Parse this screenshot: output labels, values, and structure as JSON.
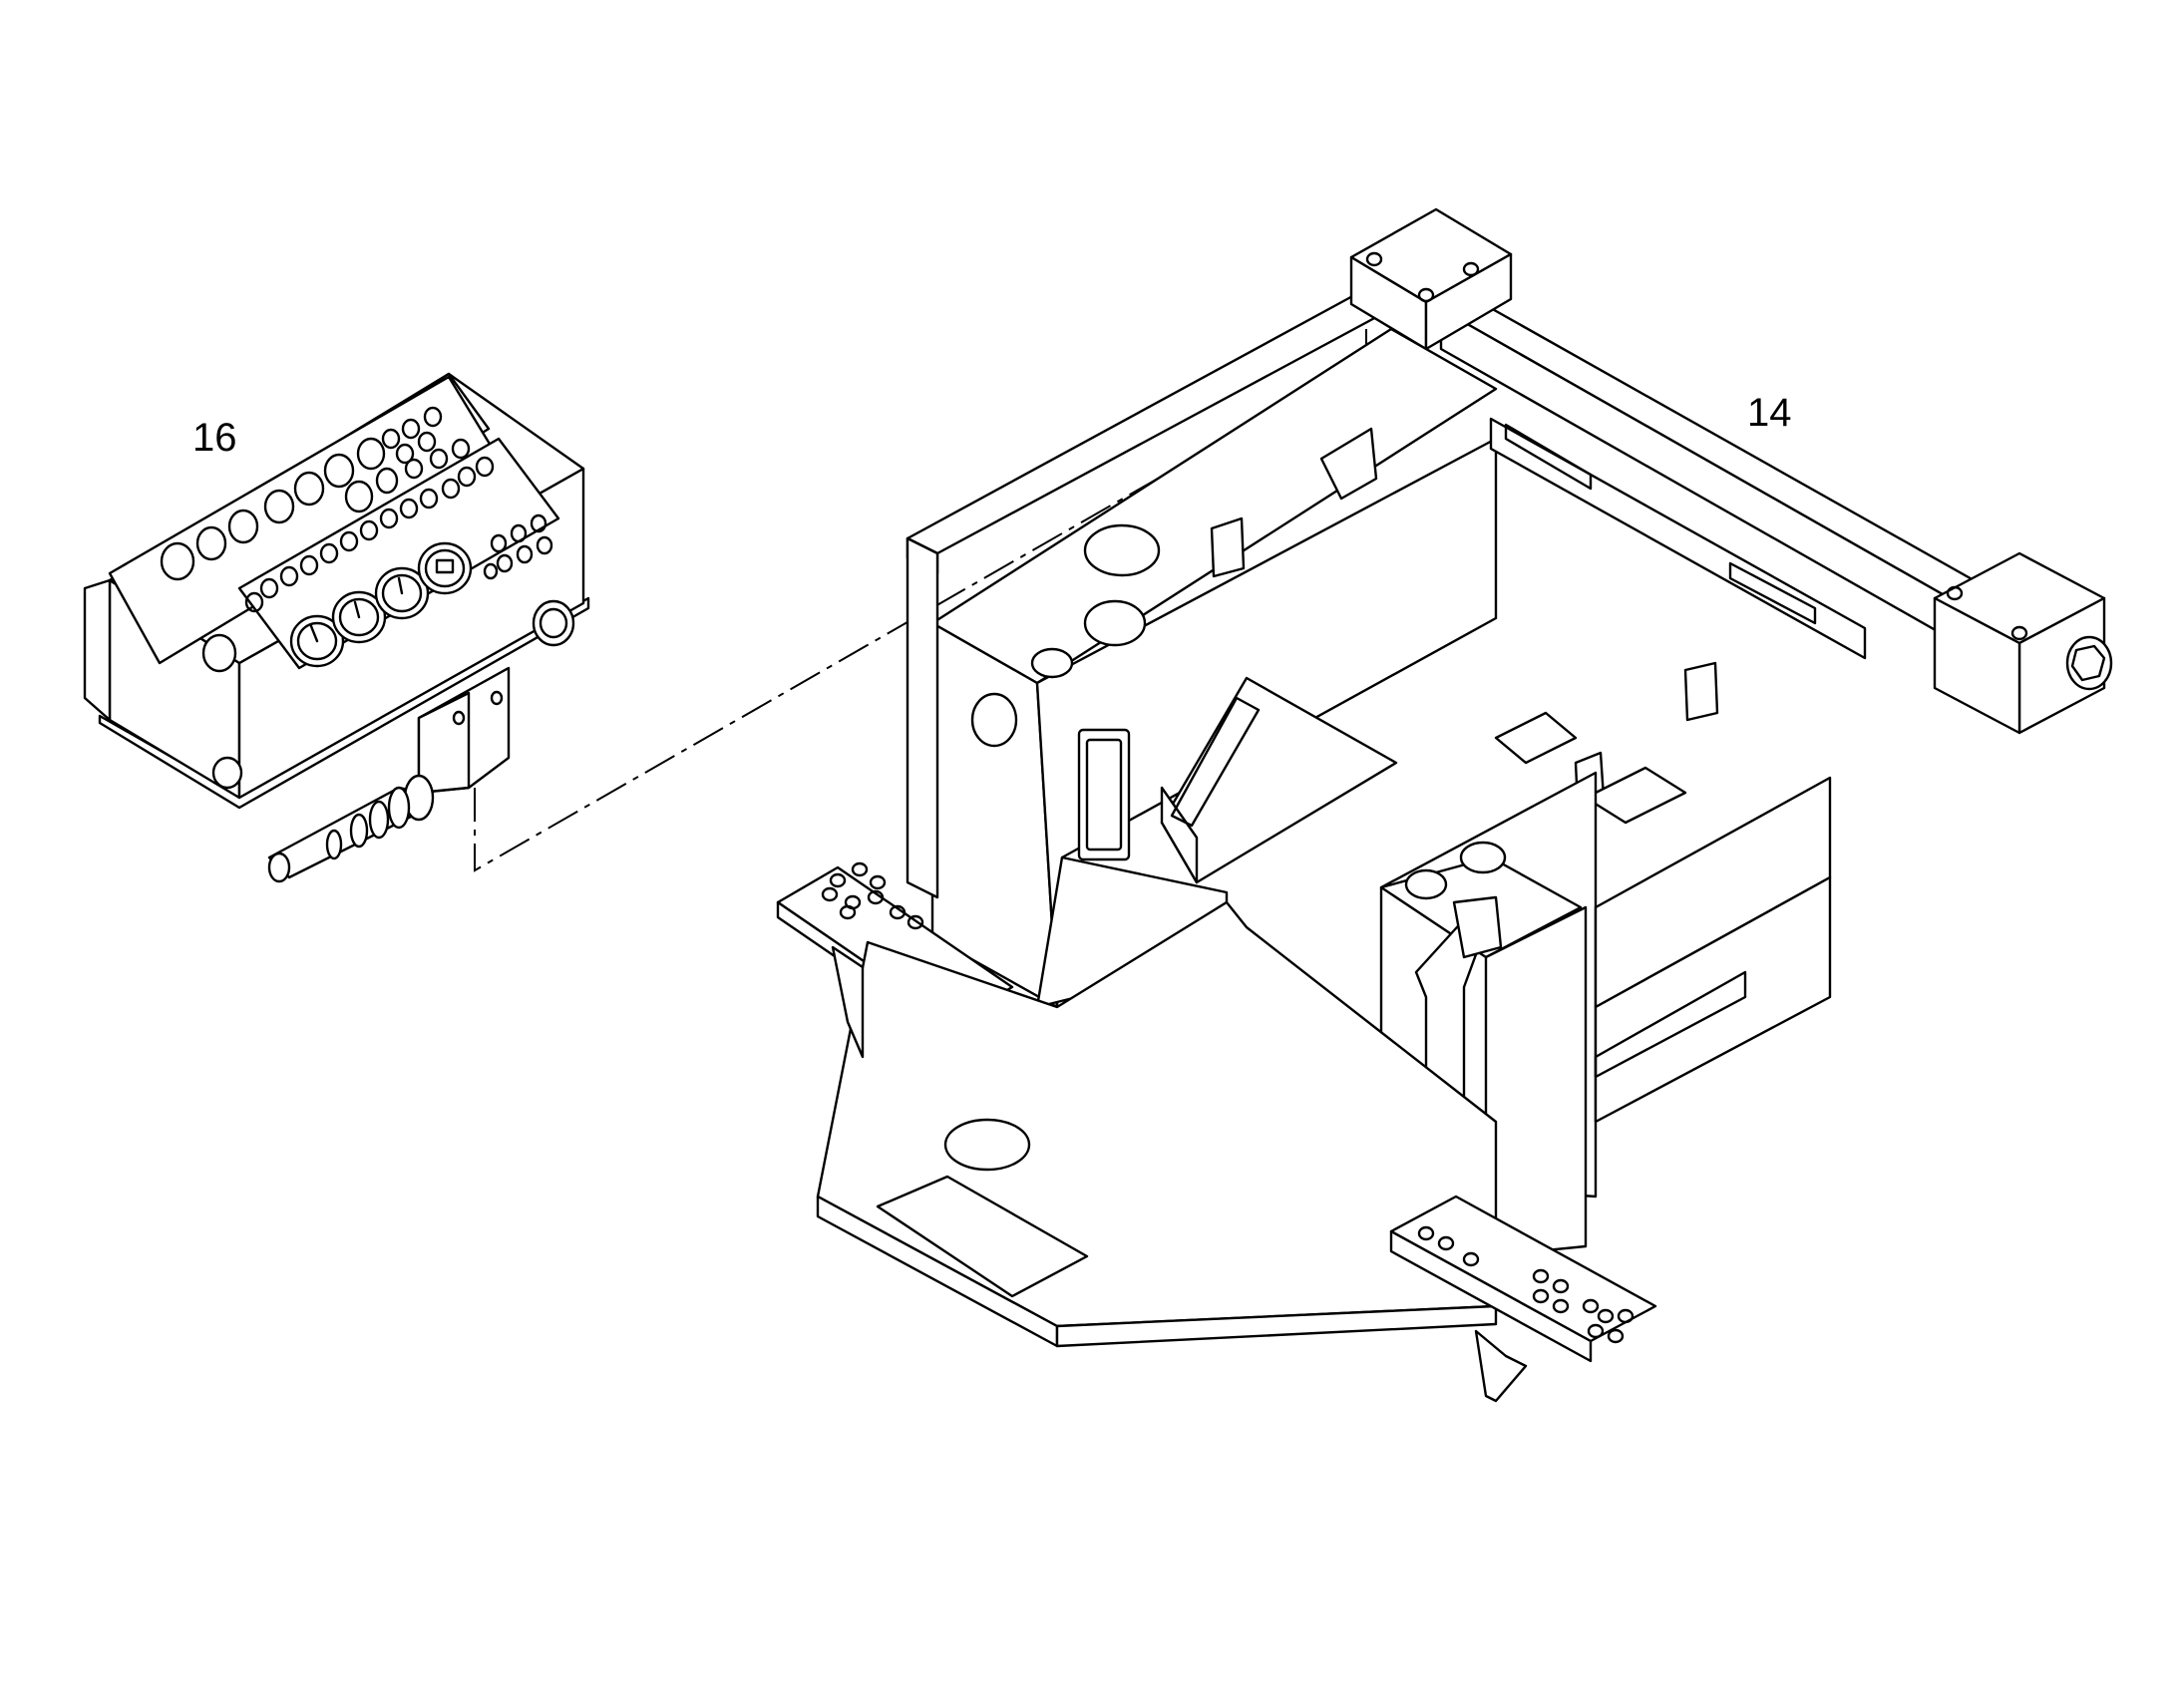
{
  "figure": {
    "callouts": [
      {
        "id": "16",
        "text": "16"
      },
      {
        "id": "14",
        "text": "14"
      }
    ],
    "colors": {
      "line": "#000000",
      "background": "#ffffff"
    }
  }
}
